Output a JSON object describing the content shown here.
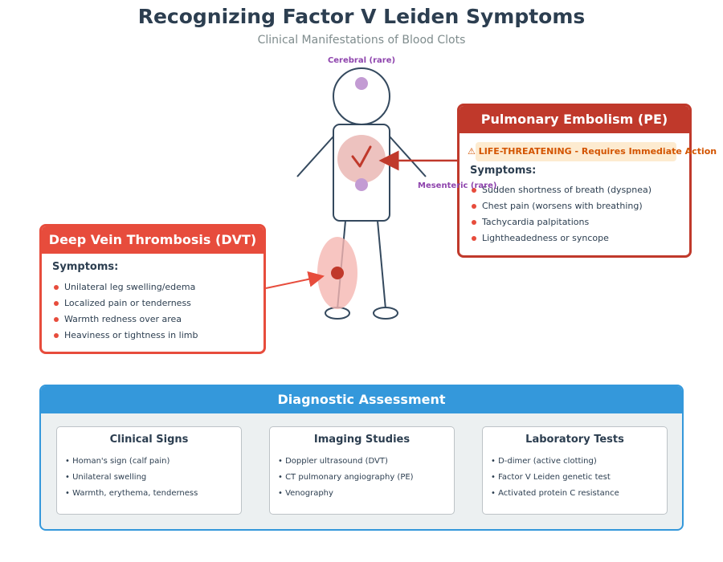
{
  "header": {
    "title": "Recognizing Factor V Leiden Symptoms",
    "subtitle": "Clinical Manifestations of Blood Clots"
  },
  "figure": {
    "cerebral_label": "Cerebral (rare)",
    "mesenteric_label": "Mesenteric (rare)",
    "colors": {
      "outline": "#34495e",
      "clot": "#c0392b",
      "rare_site": "#c39bd3",
      "dvt_accent": "#e74c3c",
      "pe_accent": "#c0392b"
    }
  },
  "dvt": {
    "title": "Deep Vein Thrombosis (DVT)",
    "symptoms_label": "Symptoms:",
    "symptoms": [
      "Unilateral leg swelling/edema",
      "Localized pain or tenderness",
      "Warmth redness over area",
      "Heaviness or tightness in limb"
    ]
  },
  "pe": {
    "title": "Pulmonary Embolism (PE)",
    "warning": "⚠ LIFE-THREATENING - Requires Immediate Action",
    "symptoms_label": "Symptoms:",
    "symptoms": [
      "Sudden shortness of breath (dyspnea)",
      "Chest pain (worsens with breathing)",
      "Tachycardia palpitations",
      "Lightheadedness or syncope"
    ]
  },
  "diagnostic": {
    "title": "Diagnostic Assessment",
    "cards": [
      {
        "title": "Clinical Signs",
        "items": [
          "• Homan's sign (calf pain)",
          "• Unilateral swelling",
          "• Warmth, erythema, tenderness"
        ]
      },
      {
        "title": "Imaging Studies",
        "items": [
          "• Doppler ultrasound (DVT)",
          "• CT pulmonary angiography (PE)",
          "• Venography"
        ]
      },
      {
        "title": "Laboratory Tests",
        "items": [
          "• D-dimer (active clotting)",
          "• Factor V Leiden genetic test",
          "• Activated protein C resistance"
        ]
      }
    ]
  }
}
